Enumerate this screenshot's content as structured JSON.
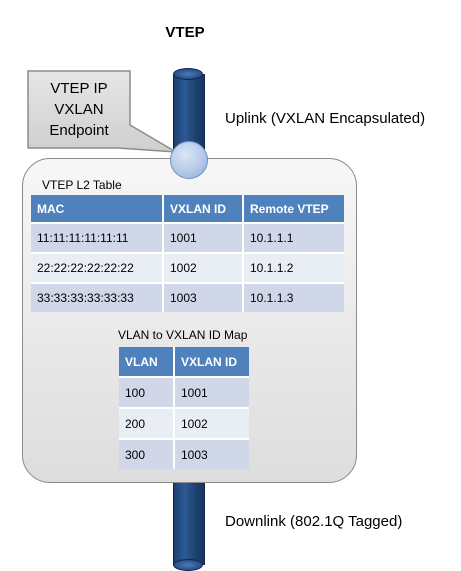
{
  "title": "VTEP",
  "callout": {
    "lines": [
      "VTEP IP",
      "VXLAN",
      "Endpoint"
    ]
  },
  "uplink_label": "Uplink (VXLAN Encapsulated)",
  "downlink_label": "Downlink (802.1Q Tagged)",
  "l2_table": {
    "caption": "VTEP L2 Table",
    "headers": [
      "MAC",
      "VXLAN ID",
      "Remote VTEP"
    ],
    "rows": [
      [
        "11:11:11:11:11:11",
        "1001",
        "10.1.1.1"
      ],
      [
        "22:22:22:22:22:22",
        "1002",
        "10.1.1.2"
      ],
      [
        "33:33:33:33:33:33",
        "1003",
        "10.1.1.3"
      ]
    ]
  },
  "vlan_map": {
    "caption": "VLAN to VXLAN ID Map",
    "headers": [
      "VLAN",
      "VXLAN ID"
    ],
    "rows": [
      [
        "100",
        "1001"
      ],
      [
        "200",
        "1002"
      ],
      [
        "300",
        "1003"
      ]
    ]
  },
  "colors": {
    "header_blue": "#4f81bd",
    "row_dark": "#cfd7e8",
    "row_light": "#e9edf4",
    "pipe": "#1f4274",
    "endpoint": "#b5c9e8"
  }
}
